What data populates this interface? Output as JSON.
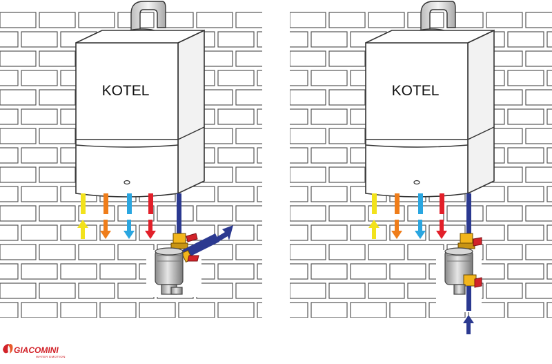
{
  "diagrams": [
    {
      "boiler_label": "KOTEL",
      "variant": "filter-with-side-inlet"
    },
    {
      "boiler_label": "KOTEL",
      "variant": "filter-with-bottom-inlet"
    }
  ],
  "pipes": [
    {
      "name": "pipe-yellow",
      "color": "#f2e21c",
      "arrow": "up"
    },
    {
      "name": "pipe-orange",
      "color": "#ef7d1a",
      "arrow": "down"
    },
    {
      "name": "pipe-lightblue",
      "color": "#2aa6e0",
      "arrow": "down"
    },
    {
      "name": "pipe-red",
      "color": "#e2202a",
      "arrow": "down"
    },
    {
      "name": "pipe-navy",
      "color": "#2b3990",
      "arrow": "inlet"
    }
  ],
  "colors": {
    "brick_outline": "#555555",
    "valve_handle": "#d2232a",
    "valve_body": "#f2b51c",
    "filter_body": "#b5b5b5"
  },
  "logo": {
    "brand": "GIACOMINI",
    "tagline": "WATER EMOTION"
  }
}
